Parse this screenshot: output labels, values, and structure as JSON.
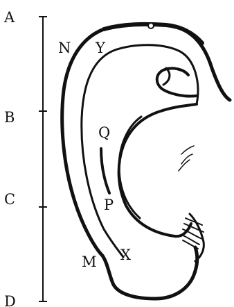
{
  "scale_labels": {
    "a": "A",
    "b": "B",
    "c": "C",
    "d": "D"
  },
  "point_labels": {
    "n": "N",
    "y": "Y",
    "q": "Q",
    "p": "P",
    "m": "M",
    "x": "X"
  },
  "colors": {
    "ink": "#111111",
    "background": "#ffffff"
  }
}
